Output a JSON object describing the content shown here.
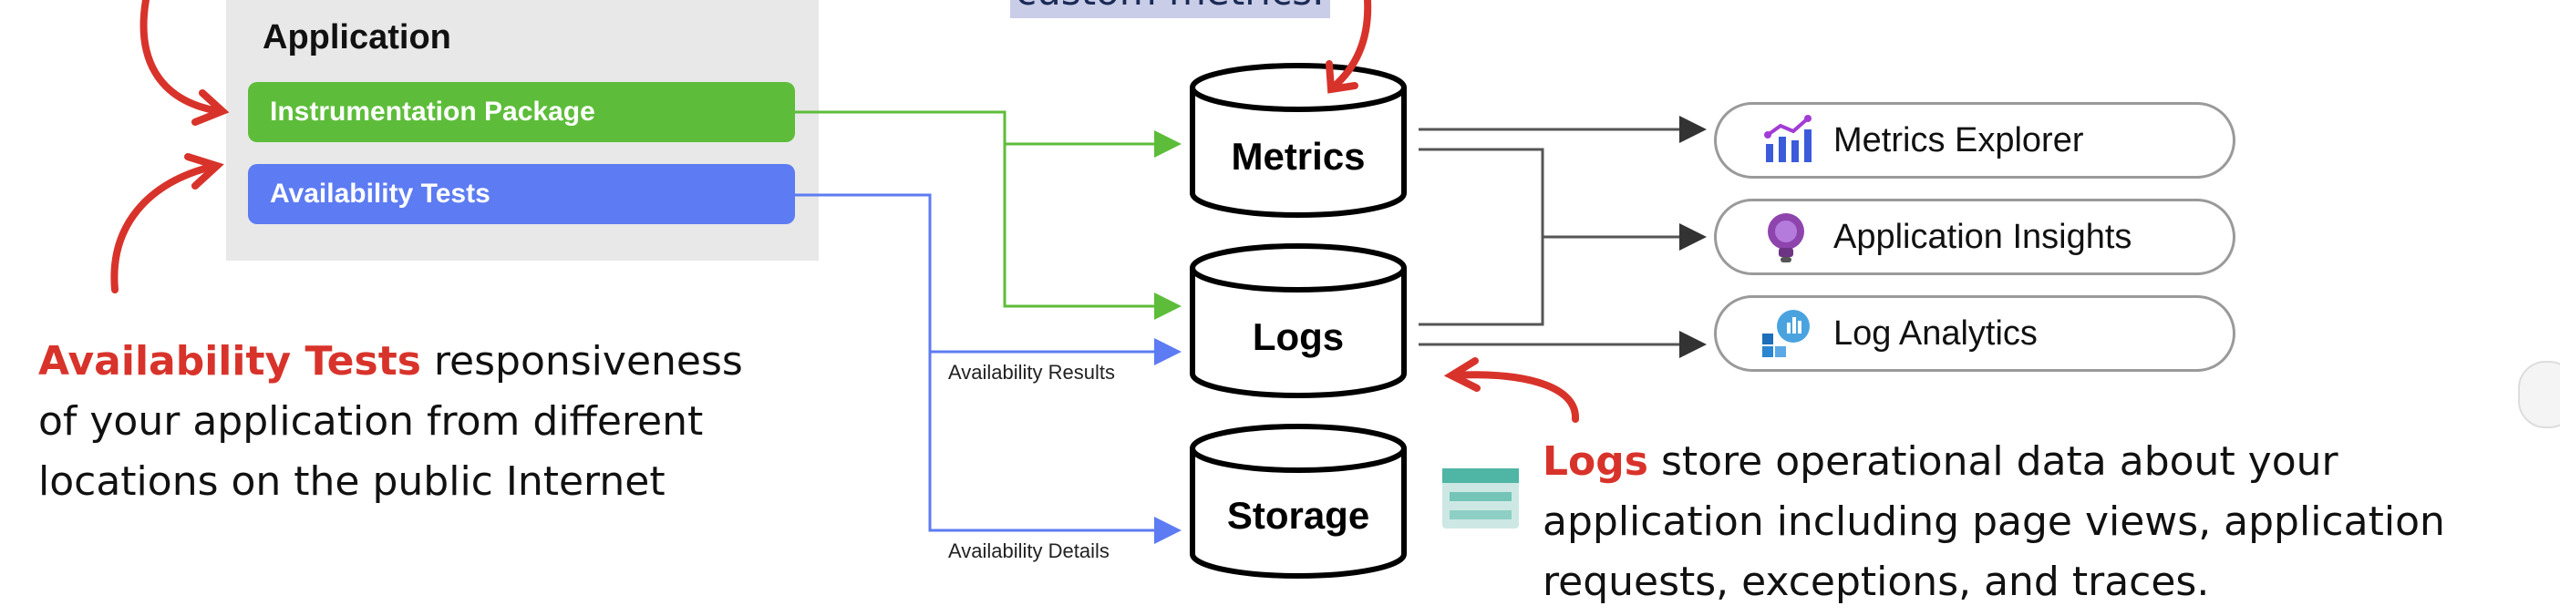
{
  "application": {
    "title": "Application",
    "instrumentation_package": "Instrumentation Package",
    "availability_tests": "Availability Tests"
  },
  "stores": {
    "metrics": "Metrics",
    "logs": "Logs",
    "storage": "Storage"
  },
  "destinations": {
    "metrics_explorer": "Metrics Explorer",
    "application_insights": "Application Insights",
    "log_analytics": "Log Analytics"
  },
  "edge_labels": {
    "availability_results": "Availability Results",
    "availability_details": "Availability Details"
  },
  "captions": {
    "availability": {
      "highlight": "Availability Tests",
      "text": " responsiveness of your application from different locations on the public Internet"
    },
    "logs": {
      "highlight": "Logs",
      "text": " store operational data about your application including page views, application requests, exceptions, and traces."
    },
    "top_partial": "custom metrics."
  },
  "colors": {
    "green": "#5dbd3a",
    "blue": "#5d7bf2",
    "red_annotation": "#d8332b",
    "gray_arrow": "#555555"
  }
}
